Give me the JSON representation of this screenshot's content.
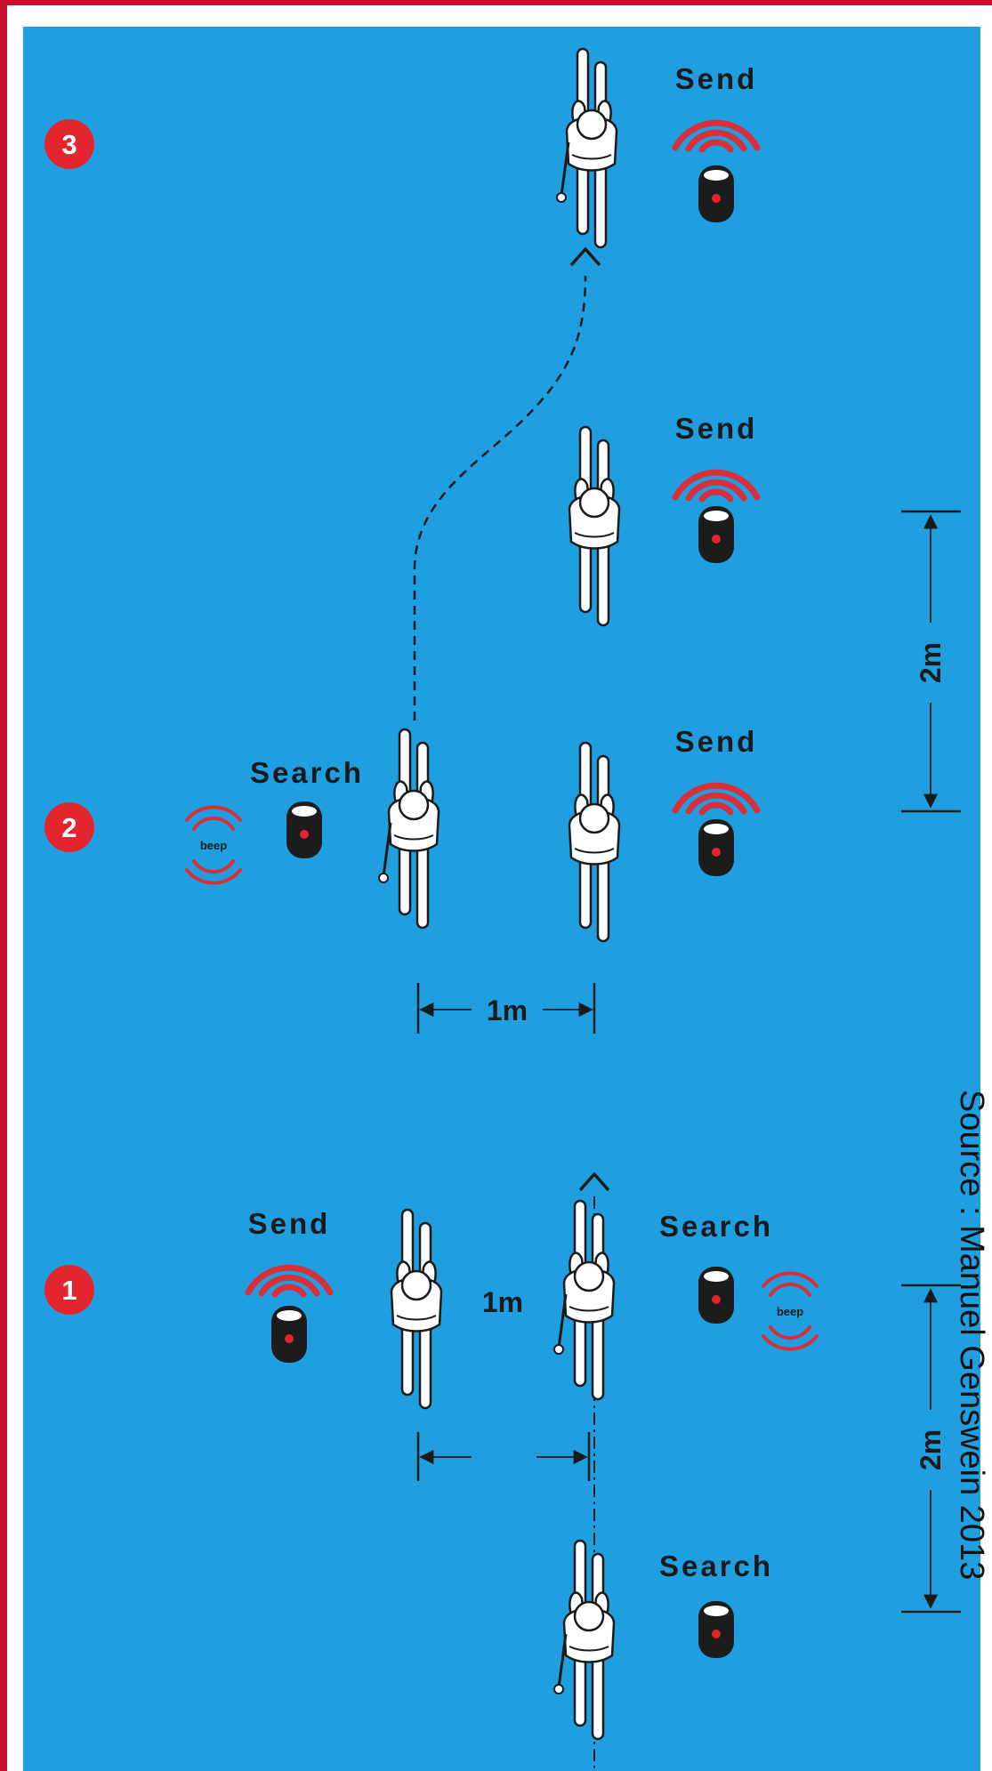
{
  "steps": {
    "s1": "1",
    "s2": "2",
    "s3": "3"
  },
  "labels": {
    "send": "Send",
    "search": "Search",
    "beep": "beep"
  },
  "dimensions": {
    "one_meter": "1m",
    "two_meter": "2m"
  },
  "credit": "Source : Manuel Genswein 2013",
  "colors": {
    "background": "#1f9fe0",
    "frame": "#c8102e",
    "badge": "#e3262e",
    "signal": "#d7303a",
    "device": "#1c1c1c",
    "device_led": "#e3262e",
    "skier": "#ffffff",
    "ink": "#1a1a1a"
  },
  "icons": [
    "skier-icon",
    "transceiver-icon",
    "signal-waves-icon",
    "beep-icon",
    "arrow-up-icon"
  ]
}
